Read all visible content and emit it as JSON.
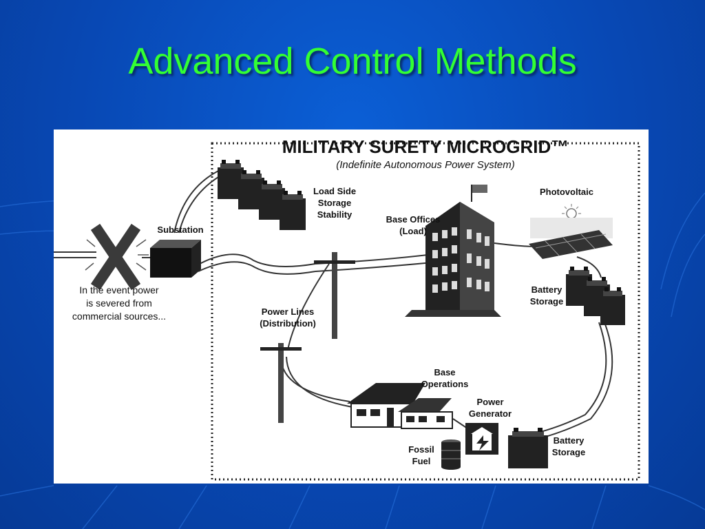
{
  "slide": {
    "title": "Advanced Control Methods"
  },
  "diagram": {
    "heading": "MILITARY SURETY MICROGRID™",
    "subheading": "(Indefinite Autonomous Power System)",
    "labels": {
      "substation": "Substation",
      "caption": [
        "In the event power",
        "is severed from",
        "commercial sources..."
      ],
      "load_side": [
        "Load Side",
        "Storage",
        "Stability"
      ],
      "base_offices": [
        "Base Offices",
        "(Load)"
      ],
      "photovoltaic": "Photovoltaic",
      "battery_storage_right": [
        "Battery",
        "Storage"
      ],
      "power_lines": [
        "Power Lines",
        "(Distribution)"
      ],
      "base_operations": [
        "Base",
        "Operations"
      ],
      "power_generator": [
        "Power",
        "Generator"
      ],
      "fossil_fuel": [
        "Fossil",
        "Fuel"
      ],
      "battery_storage_bottom": [
        "Battery",
        "Storage"
      ]
    }
  },
  "colors": {
    "title_green": "#33ff33",
    "slide_blue": "#0848b4",
    "ink": "#111111"
  }
}
